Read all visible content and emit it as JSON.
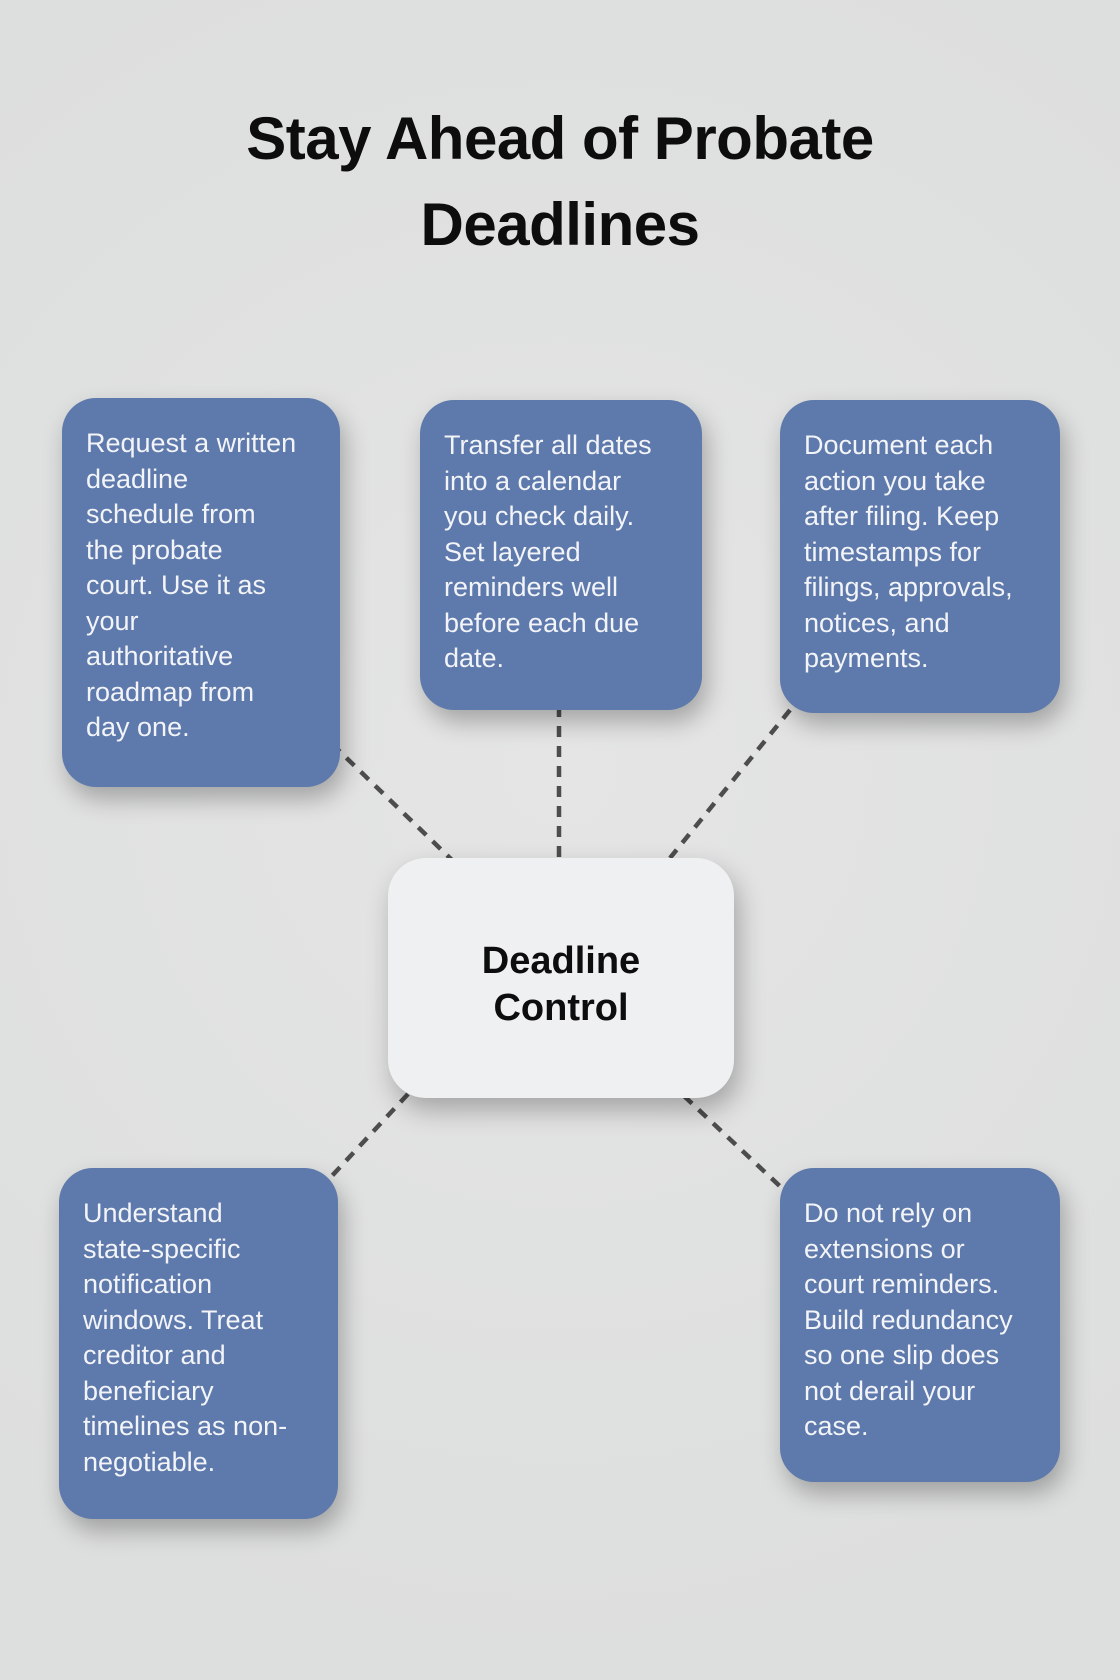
{
  "title": "Stay Ahead of Probate\nDeadlines",
  "center": {
    "label": "Deadline\nControl"
  },
  "nodes": [
    {
      "id": "top-left",
      "text": "Request a written\ndeadline\nschedule from\nthe probate\ncourt. Use it as\nyour\nauthoritative\nroadmap from\nday one."
    },
    {
      "id": "top-middle",
      "text": "Transfer all dates\ninto a calendar\nyou check daily.\nSet layered\nreminders well\nbefore each due\ndate."
    },
    {
      "id": "top-right",
      "text": "Document each\naction you take\nafter filing. Keep\ntimestamps for\nfilings, approvals,\nnotices, and\npayments."
    },
    {
      "id": "bottom-left",
      "text": "Understand\nstate-specific\nnotification\nwindows. Treat\ncreditor and\nbeneficiary\ntimelines as non-\nnegotiable."
    },
    {
      "id": "bottom-right",
      "text": "Do not rely on\nextensions or\ncourt reminders.\nBuild redundancy\nso one slip does\nnot derail your\ncase."
    }
  ],
  "edges": [
    {
      "from": "center",
      "to": "top-left"
    },
    {
      "from": "center",
      "to": "top-middle"
    },
    {
      "from": "center",
      "to": "top-right"
    },
    {
      "from": "center",
      "to": "bottom-left"
    },
    {
      "from": "center",
      "to": "bottom-right"
    }
  ],
  "colors": {
    "background": "#dfe0e0",
    "node_fill": "#5e79ab",
    "node_text": "#f2f4f8",
    "center_fill": "#eff0f2",
    "title_text": "#0d0d0d",
    "connector": "#4d4d4d"
  }
}
